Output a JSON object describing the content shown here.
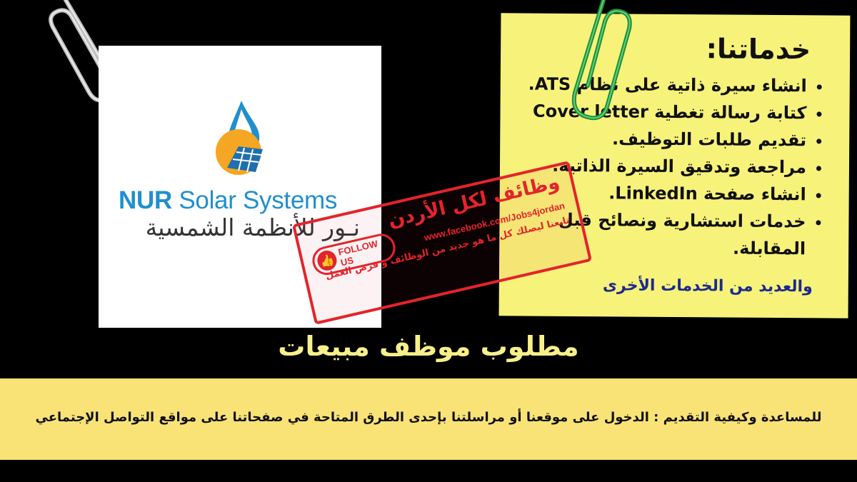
{
  "logo": {
    "brand_bold": "NUR",
    "brand_rest": " Solar Systems",
    "brand_arabic": "نـور للأنظمة الشمسية",
    "colors": {
      "blue": "#1f8fcf",
      "orange": "#f5a623"
    }
  },
  "note": {
    "title": "خدماتنا:",
    "services": [
      "انشاء سيرة ذاتية على نظام ATS.",
      "كتابة رسالة تغطية Cover letter",
      "تقديم طلبات التوظيف.",
      "مراجعة وتدقيق السيرة الذاتية.",
      "انشاء صفحة LinkedIn.",
      "خدمات استشارية ونصائح قبل المقابلة."
    ],
    "more": "والعديد من الخدمات الأخرى",
    "background": "#f7f27a"
  },
  "stamp": {
    "title": "وظائف لكل الأردن",
    "url": "www.facebook.com/Jobs4jordan",
    "subtitle": "تابعنا ليصلك كل ما هو جديد من الوظائف و فرص العمل",
    "follow_label": "FOLLOW US",
    "color": "#e3242b"
  },
  "headline": "مطلوب موظف مبيعات",
  "footer": {
    "text": "للمساعدة وكيفية التقديم : الدخول على موقعنا أو مراسلتنا بإحدى الطرق المتاحة في صفحاتنا على مواقع التواصل الإجتماعي"
  }
}
